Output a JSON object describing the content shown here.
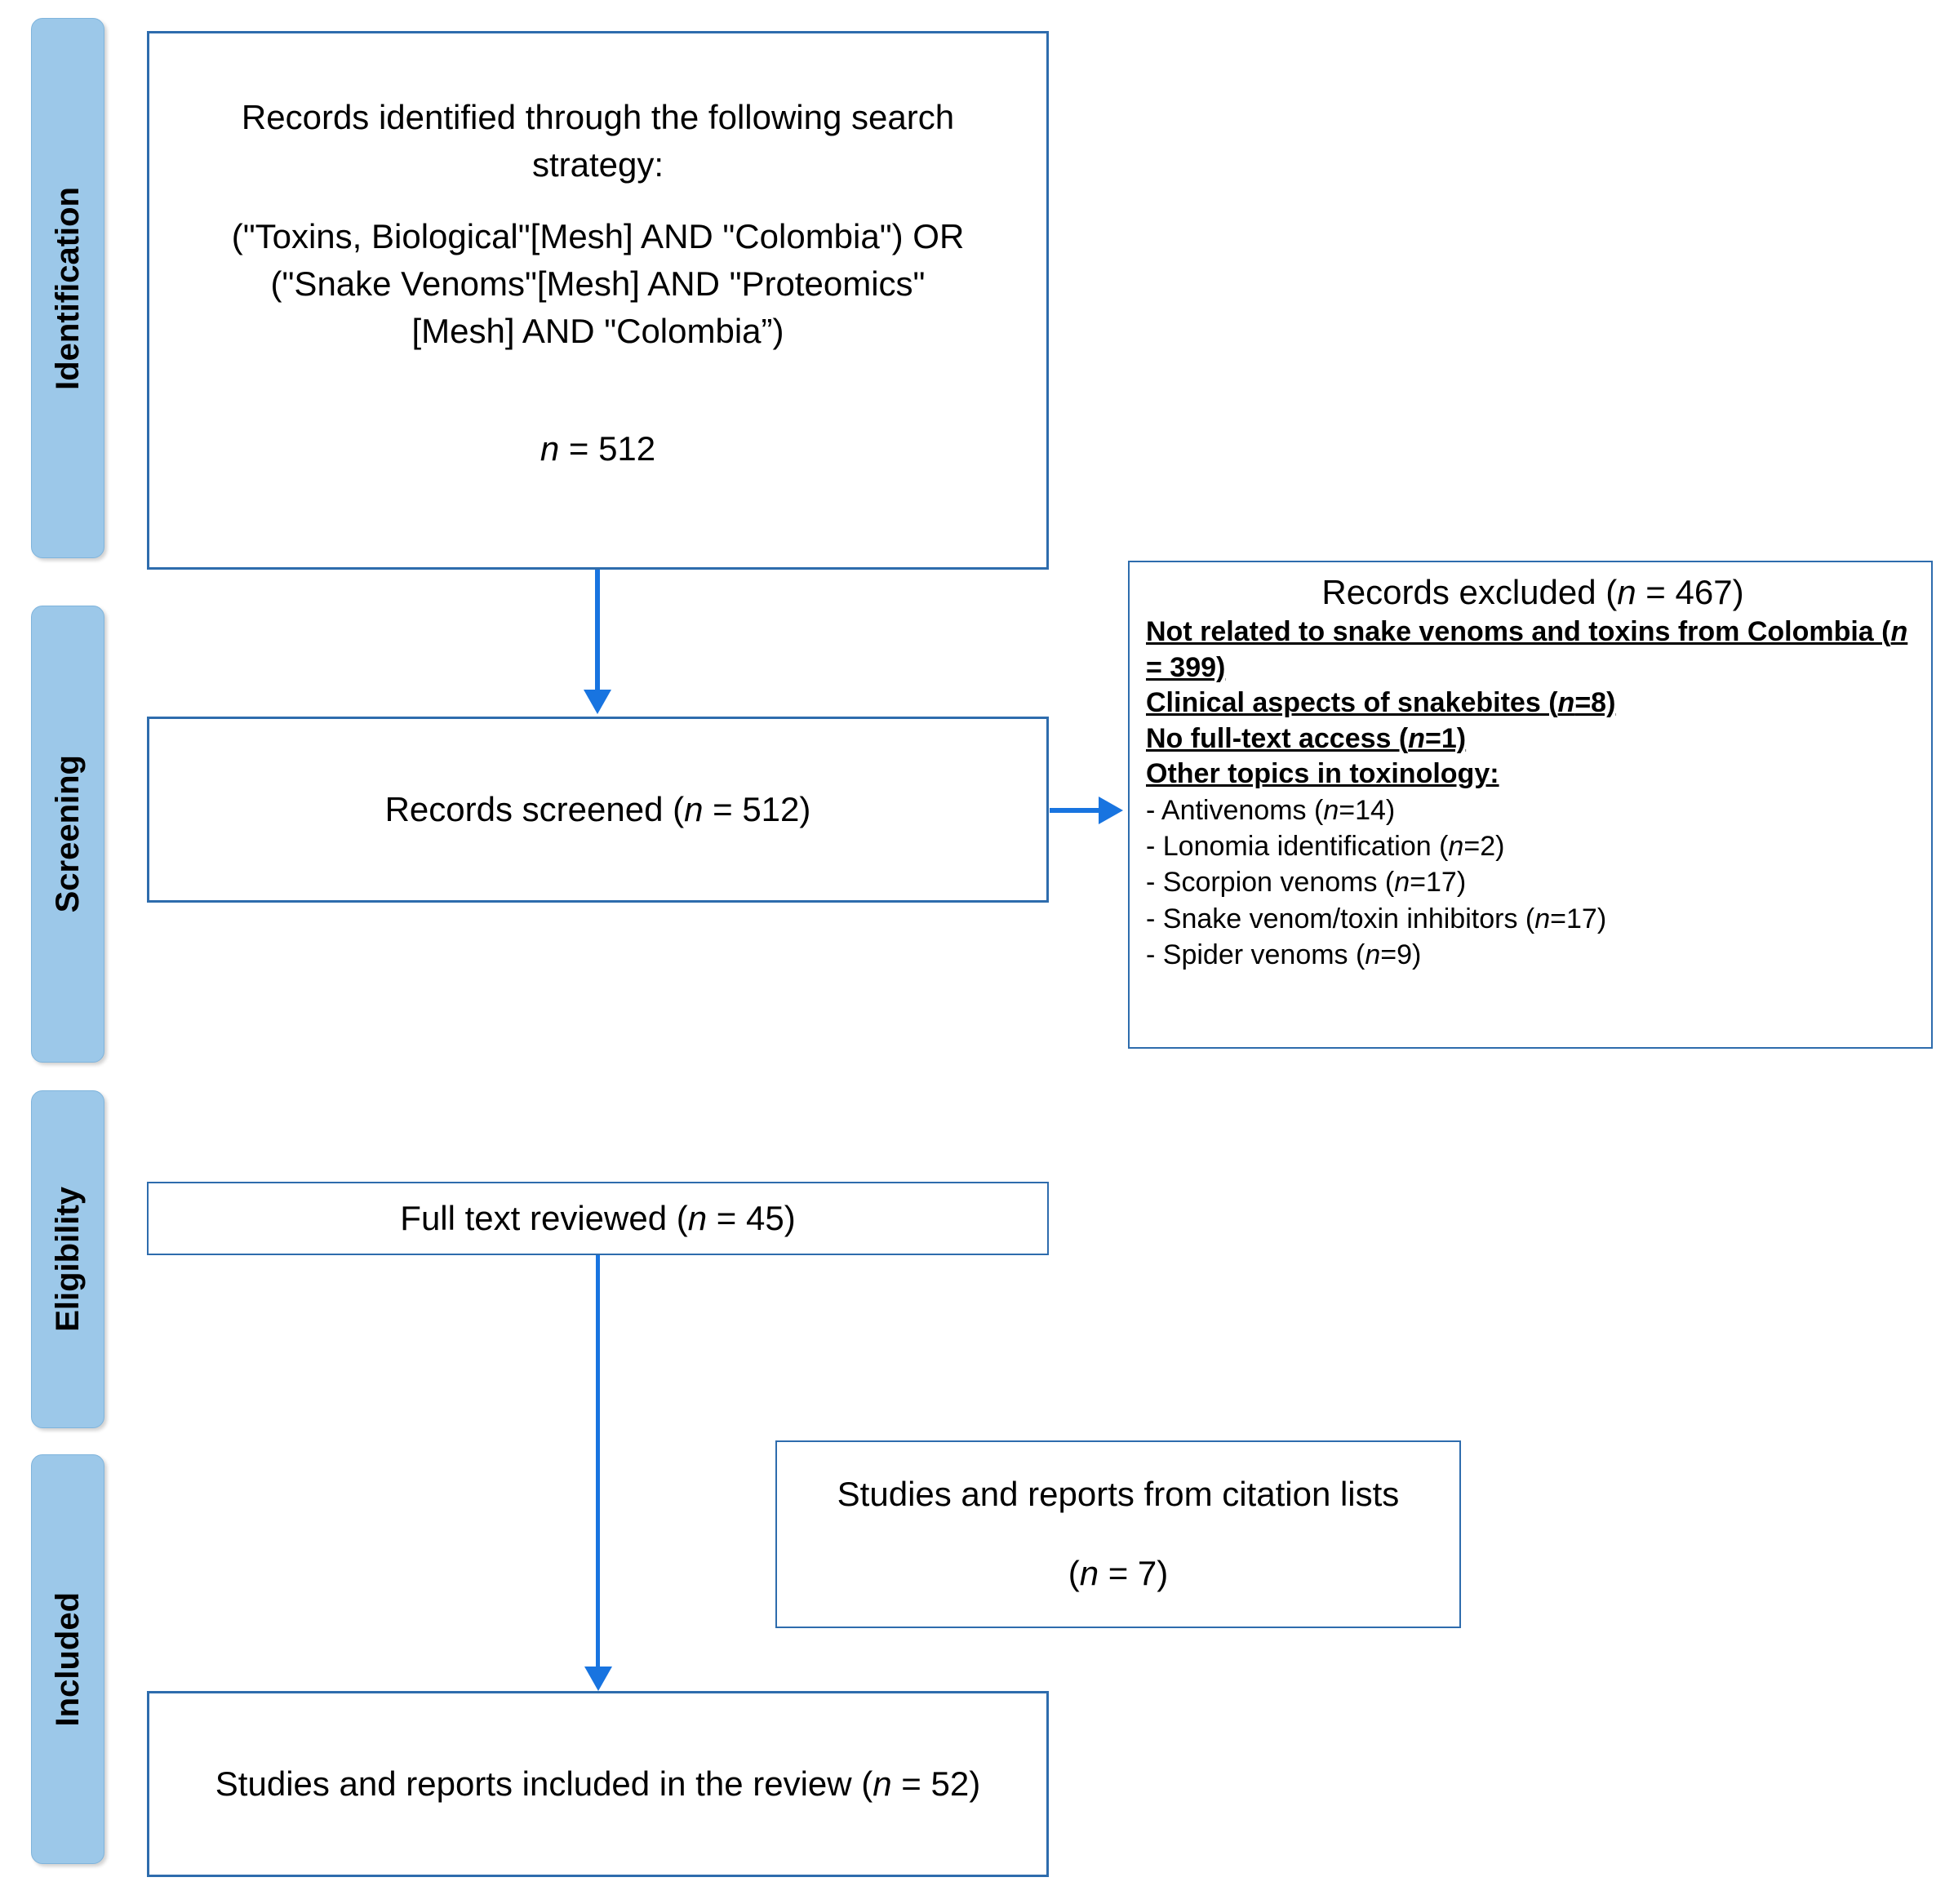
{
  "diagram": {
    "title": "PRISMA flow diagram",
    "colors": {
      "stage_bar_fill": "#9CC8E9",
      "box_border": "#2E6CAD",
      "arrow": "#1874E0",
      "text": "#000000"
    }
  },
  "stages": [
    {
      "label": "Identification"
    },
    {
      "label": "Screening"
    },
    {
      "label": "Eligibility"
    },
    {
      "label": "Included"
    }
  ],
  "boxes": {
    "identification": {
      "heading": "Records identified through the following search strategy:",
      "query": "(\"Toxins, Biological\"[Mesh] AND \"Colombia\") OR (\"Snake Venoms\"[Mesh] AND \"Proteomics\"[Mesh] AND \"Colombia”)",
      "count_prefix": "n",
      "count_equals": " = ",
      "count_value": "512"
    },
    "screened": {
      "text_before": "Records screened (",
      "n": "n",
      "text_mid": " = 512)"
    },
    "excluded": {
      "title_before": "Records excluded (",
      "title_n": "n",
      "title_after": " = 467)",
      "reasons": [
        "Not related to snake venoms and toxins from Colombia (n = 399)",
        "Clinical aspects of snakebites (n=8)",
        "No full-text access (n=1)",
        "Other topics in toxinology:"
      ],
      "subitems": [
        "- Antivenoms (n=14)",
        "- Lonomia identification (n=2)",
        "- Scorpion venoms (n=17)",
        "- Snake venom/toxin inhibitors (n=17)",
        "- Spider venoms (n=9)"
      ]
    },
    "full_text": {
      "text_before": "Full text reviewed (",
      "n": "n",
      "text_after": " = 45)"
    },
    "citation_lists": {
      "line1": "Studies and reports from citation lists",
      "line2_before": "(",
      "line2_n": "n",
      "line2_after": " = 7)"
    },
    "included": {
      "text_before": "Studies and reports included in the review (",
      "n": "n",
      "text_after": " = 52)"
    }
  }
}
